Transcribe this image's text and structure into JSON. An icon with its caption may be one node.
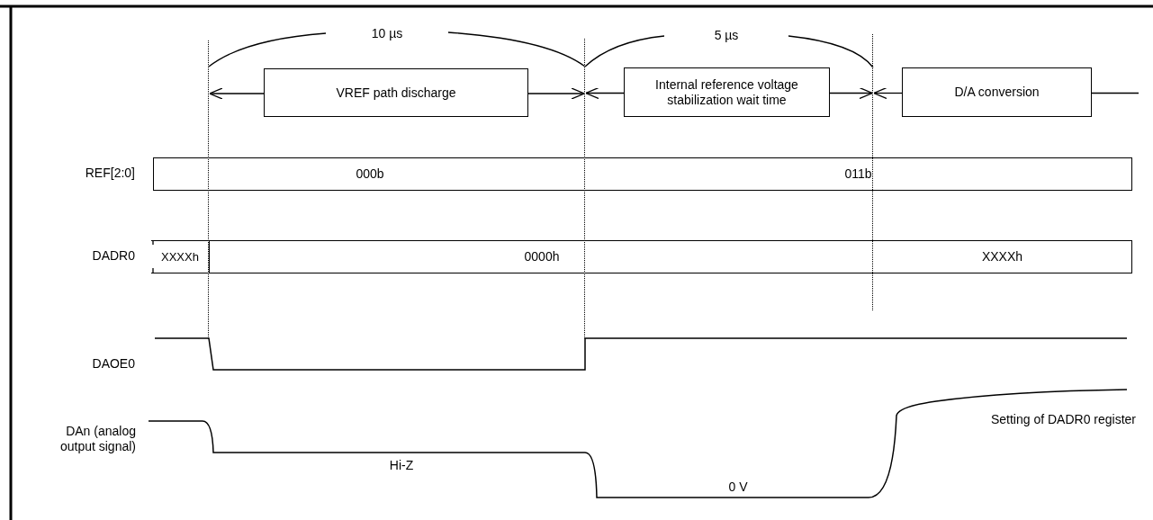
{
  "diagram": {
    "nodes": [
      {
        "text": [
          "VREF path discharge"
        ]
      },
      {
        "text": [
          "Internal reference voltage stabilization wait time"
        ]
      },
      {
        "text": [
          "D/A conversion"
        ]
      },
      {
        "text": [
          "000b"
        ]
      },
      {
        "text": [
          "011b"
        ]
      },
      {
        "text": [
          "XXXXh"
        ]
      },
      {
        "text": [
          "0000h"
        ]
      },
      {
        "text": [
          "XXXXh"
        ]
      },
      {
        "text": [],
        "shape": "line"
      },
      {
        "text": [],
        "shape": "line"
      },
      {
        "text": [],
        "shape": "line"
      }
    ],
    "edges": [
      {
        "from": 0,
        "to": 8,
        "arrow": "to"
      },
      {
        "from": 0,
        "to": 9,
        "arrow": "to"
      },
      {
        "from": 1,
        "to": 9,
        "arrow": "to"
      },
      {
        "from": 1,
        "to": 10,
        "arrow": "to"
      },
      {
        "from": 2,
        "to": 10,
        "arrow": "to"
      },
      {
        "from": 2,
        "to": null,
        "arrow": "none"
      }
    ],
    "labels": [
      "10 µs",
      "5 µs",
      "REF[2:0]",
      "DADR0",
      "DAOE0",
      "DAn (analog output signal)",
      "Hi-Z",
      "0 V",
      "Setting of DADR0 register"
    ]
  }
}
